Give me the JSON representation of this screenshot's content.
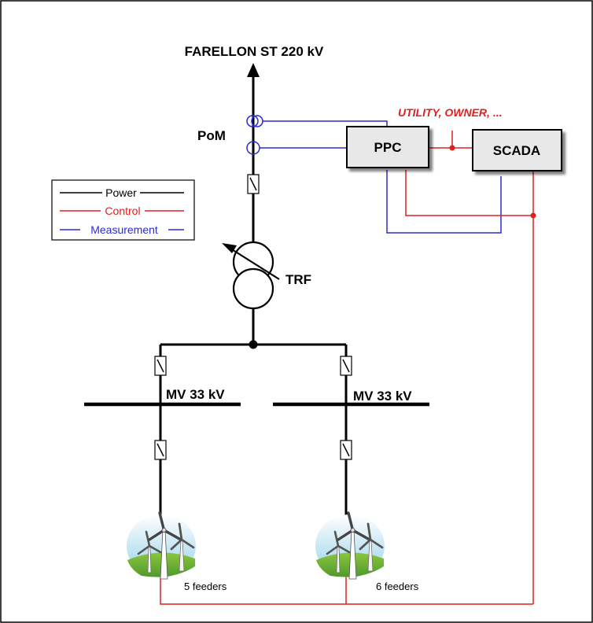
{
  "diagram": {
    "title": "FARELLON ST 220 kV",
    "pom_label": "PoM",
    "trf_label": "TRF",
    "ppc_label": "PPC",
    "scada_label": "SCADA",
    "utility_label": "UTILITY, OWNER, ...",
    "bus_left_label": "MV 33 kV",
    "bus_right_label": "MV 33 kV",
    "feeder_left_label": "5 feeders",
    "feeder_right_label": "6 feeders"
  },
  "legend": {
    "power": "Power",
    "control": "Control",
    "measurement": "Measurement"
  },
  "colors": {
    "power": "#000000",
    "control": "#e02020",
    "measurement": "#2b2bd0",
    "box_fill": "#e8e8e8"
  }
}
